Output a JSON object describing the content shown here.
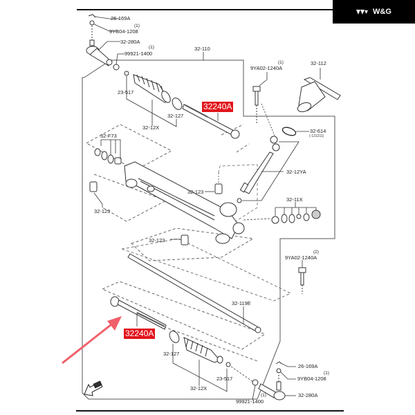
{
  "brand": {
    "name": "W&G",
    "logo_icon": "triple-triangle-logo-icon"
  },
  "diagram": {
    "title": "Steering rack and pinion exploded view",
    "highlight_color": "#e2141b",
    "arrow_color": "#f0606a",
    "highlighted_part": "32240A",
    "callouts": {
      "top_26_169A": "26-169A",
      "top_9YB04_1208": "9YB04-1208",
      "top_9YB04_1208_qty": "(1)",
      "top_32_280A": "32-280A",
      "top_99921_1400": "99921-1400",
      "top_99921_1400_qty": "(1)",
      "p32_110": "32-110",
      "top_23_517": "23-517",
      "top_32_127": "32-127",
      "top_32_12X": "32-12X",
      "top_32240A": "32240A",
      "p9YA02_1240A_1": "9YA02-1240A",
      "p9YA02_1240A_1_qty": "(1)",
      "p32_112": "32-112",
      "p32_614": "32-614",
      "p32_614_note": "(-121211)",
      "p32_F73": "32-F73",
      "p32_12YA": "32-12YA",
      "mid_32_123_a": "32-123",
      "left_32_123": "32-123",
      "p32_11X": "32-11X",
      "low_32_123": "32-123",
      "p9YA02_1240A_2": "9YA02-1240A",
      "p9YA02_1240A_2_qty": "(2)",
      "p32_119E": "32-119E",
      "bot_32240A": "32240A",
      "bot_32_127": "32-127",
      "bot_23_517": "23-517",
      "bot_32_12X": "32-12X",
      "bot_26_169A": "26-169A",
      "bot_9YB04_1208": "9YB04-1208",
      "bot_9YB04_1208_qty": "(1)",
      "bot_32_280A": "32-280A",
      "bot_99921_1400": "99921-1400",
      "bot_99921_1400_qty": "(1)",
      "fwd_icon": "fwd-direction-icon"
    }
  }
}
